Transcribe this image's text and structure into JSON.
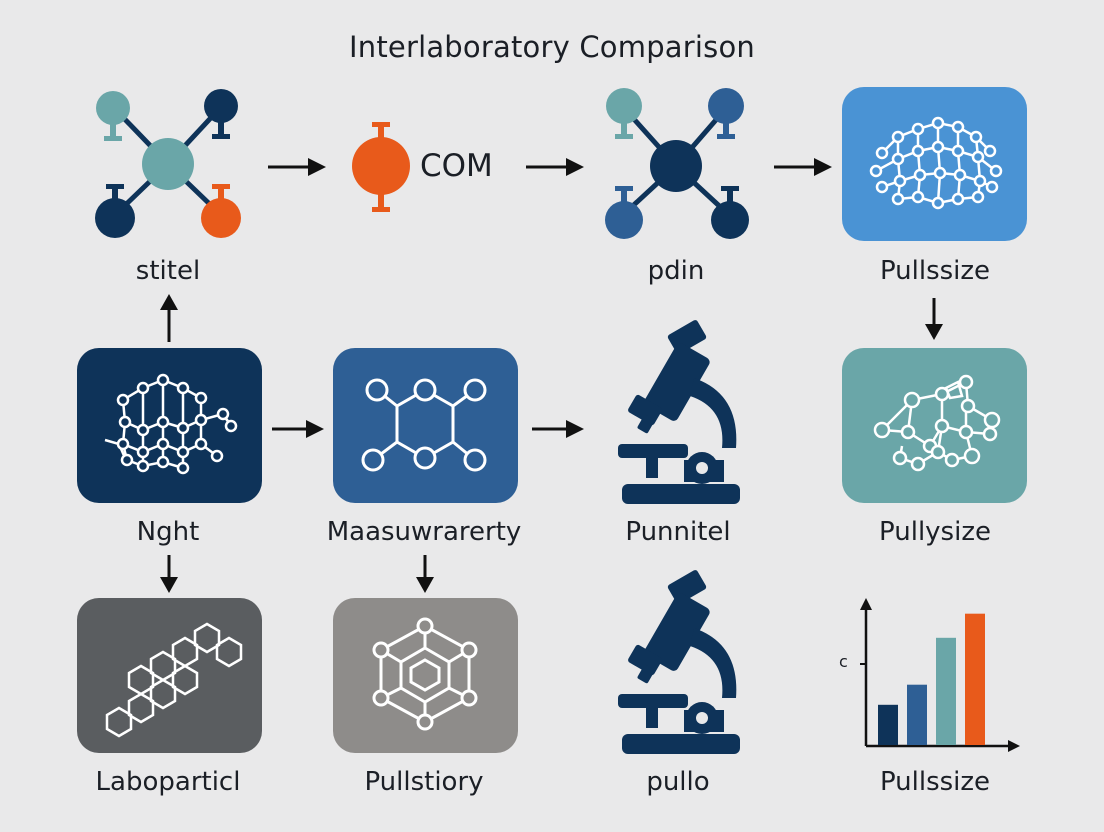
{
  "title": "Interlaboratory Comparison",
  "com_label": "COM",
  "labels": {
    "stitel": "stitel",
    "pdin": "pdin",
    "pullssize_top": "Pullssize",
    "nght": "Nght",
    "measurement": "Maasuwrarerty",
    "punnitel": "Punnitel",
    "pullysize": "Pullysize",
    "laboparticl": "Laboparticl",
    "pullstiory": "Pullstiory",
    "pullo": "pullo",
    "pullssize_bottom": "Pullssize"
  },
  "colors": {
    "navy": "#0e3359",
    "steel_blue": "#2e5f95",
    "teal": "#6aa6a8",
    "orange": "#e85a1b",
    "sky_blue": "#4a93d4",
    "gray_dark": "#5a5d60",
    "gray_mid": "#8e8c8a"
  },
  "icons": [
    "molecule-icon",
    "node-icon",
    "network-icon",
    "microscope-icon",
    "hexagon-icon",
    "bar-chart-icon"
  ],
  "chart_data": {
    "type": "bar",
    "ylabel": "c",
    "values": [
      0.3,
      0.45,
      0.8,
      0.98
    ],
    "colors": [
      "#0e3359",
      "#2e5f95",
      "#6aa6a8",
      "#e85a1b"
    ]
  }
}
